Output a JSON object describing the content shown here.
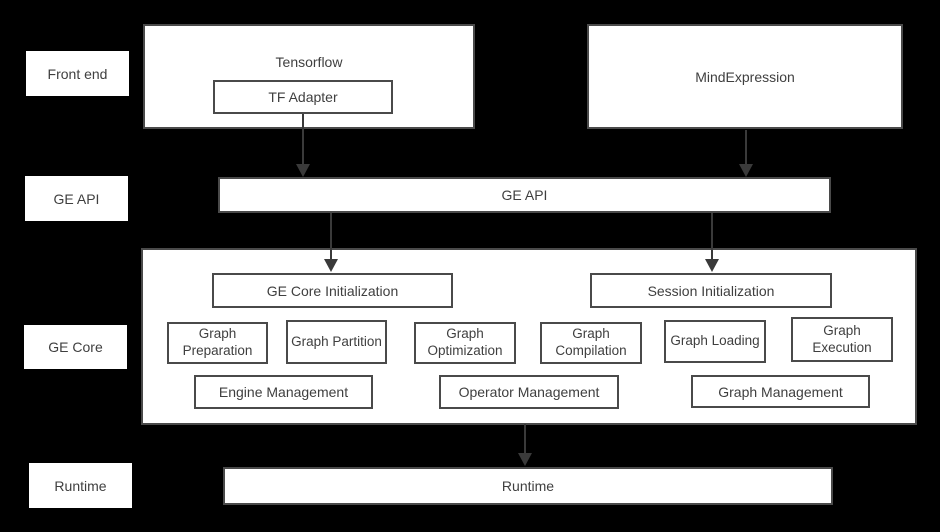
{
  "colors": {
    "background": "#000000",
    "box_fill": "#ffffff",
    "box_border": "#4a4a4a",
    "text": "#3f3f3f",
    "arrow": "#3a3a3a"
  },
  "layers": [
    {
      "label": "Front end"
    },
    {
      "label": "GE API"
    },
    {
      "label": "GE Core"
    },
    {
      "label": "Runtime"
    }
  ],
  "front_end": {
    "tensorflow_label": "Tensorflow",
    "tf_adapter_label": "TF Adapter",
    "mindexpression_label": "MindExpression"
  },
  "ge_api": {
    "label": "GE API"
  },
  "ge_core": {
    "init_left": "GE Core Initialization",
    "init_right": "Session Initialization",
    "modules": [
      {
        "label": "Graph Preparation"
      },
      {
        "label": "Graph Partition"
      },
      {
        "label": "Graph Optimization"
      },
      {
        "label": "Graph Compilation"
      },
      {
        "label": "Graph Loading"
      },
      {
        "label": "Graph Execution"
      }
    ],
    "management": [
      {
        "label": "Engine Management"
      },
      {
        "label": "Operator Management"
      },
      {
        "label": "Graph Management"
      }
    ]
  },
  "runtime": {
    "label": "Runtime"
  }
}
